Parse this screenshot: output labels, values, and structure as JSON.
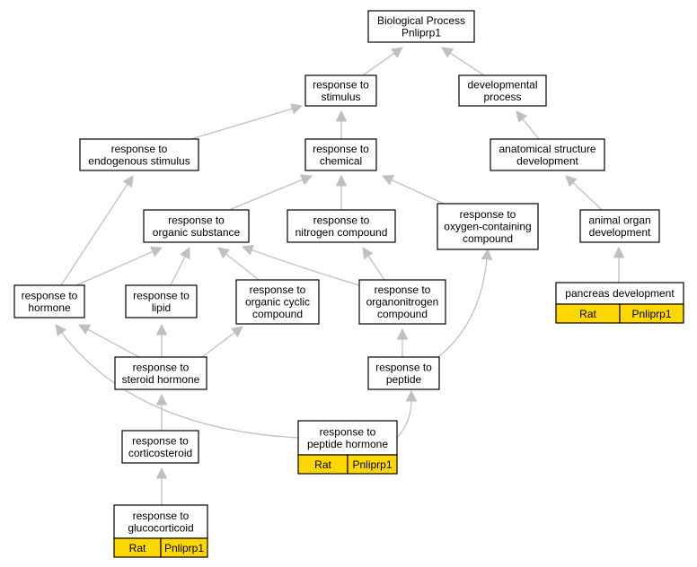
{
  "colors": {
    "edge": "#c0c0c0",
    "annotated_fill": "#FFD700",
    "node_border": "#000000",
    "background": "#ffffff"
  },
  "nodes": {
    "bp": {
      "lines": [
        "Biological Process",
        "Pnliprp1"
      ]
    },
    "stim": {
      "lines": [
        "response to",
        "stimulus"
      ]
    },
    "dev": {
      "lines": [
        "developmental",
        "process"
      ]
    },
    "endo": {
      "lines": [
        "response to",
        "endogenous stimulus"
      ]
    },
    "chem": {
      "lines": [
        "response to",
        "chemical"
      ]
    },
    "asd": {
      "lines": [
        "anatomical structure",
        "development"
      ]
    },
    "orgsub": {
      "lines": [
        "response to",
        "organic substance"
      ]
    },
    "nitro": {
      "lines": [
        "response to",
        "nitrogen compound"
      ]
    },
    "oxy": {
      "lines": [
        "response to",
        "oxygen-containing",
        "compound"
      ]
    },
    "aod": {
      "lines": [
        "animal organ",
        "development"
      ]
    },
    "horm": {
      "lines": [
        "response to",
        "hormone"
      ]
    },
    "lipid": {
      "lines": [
        "response to",
        "lipid"
      ]
    },
    "orgcyc": {
      "lines": [
        "response to",
        "organic cyclic",
        "compound"
      ]
    },
    "orgnit": {
      "lines": [
        "response to",
        "organonitrogen",
        "compound"
      ]
    },
    "panc": {
      "lines": [
        "pancreas development"
      ],
      "species": "Rat",
      "gene": "Pnliprp1"
    },
    "ster": {
      "lines": [
        "response to",
        "steroid hormone"
      ]
    },
    "pept": {
      "lines": [
        "response to",
        "peptide"
      ]
    },
    "pepth": {
      "lines": [
        "response to",
        "peptide hormone"
      ],
      "species": "Rat",
      "gene": "Pnliprp1"
    },
    "cort": {
      "lines": [
        "response to",
        "corticosteroid"
      ]
    },
    "gluc": {
      "lines": [
        "response to",
        "glucocorticoid"
      ],
      "species": "Rat",
      "gene": "Pnliprp1"
    }
  },
  "edges": [
    [
      "stim",
      "bp"
    ],
    [
      "dev",
      "bp"
    ],
    [
      "endo",
      "stim"
    ],
    [
      "chem",
      "stim"
    ],
    [
      "asd",
      "dev"
    ],
    [
      "aod",
      "asd"
    ],
    [
      "orgsub",
      "chem"
    ],
    [
      "nitro",
      "chem"
    ],
    [
      "oxy",
      "chem"
    ],
    [
      "horm",
      "endo"
    ],
    [
      "horm",
      "orgsub"
    ],
    [
      "lipid",
      "orgsub"
    ],
    [
      "orgcyc",
      "orgsub"
    ],
    [
      "orgnit",
      "orgsub"
    ],
    [
      "orgnit",
      "nitro"
    ],
    [
      "panc",
      "aod"
    ],
    [
      "ster",
      "horm"
    ],
    [
      "ster",
      "lipid"
    ],
    [
      "ster",
      "orgcyc"
    ],
    [
      "pept",
      "orgnit"
    ],
    [
      "pept",
      "oxy"
    ],
    [
      "pepth",
      "horm"
    ],
    [
      "pepth",
      "pept"
    ],
    [
      "cort",
      "ster"
    ],
    [
      "gluc",
      "cort"
    ]
  ]
}
